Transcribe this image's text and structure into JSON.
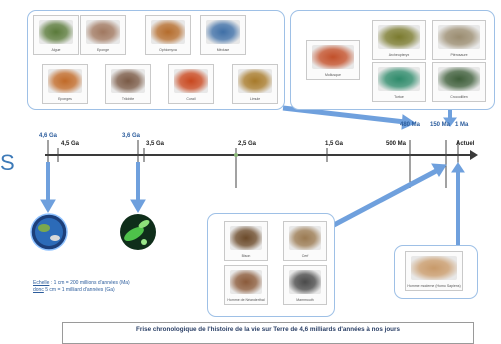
{
  "panels": {
    "top_left": [
      {
        "caption": "Algue",
        "color": "#5a7a3a"
      },
      {
        "caption": "Eponge",
        "color": "#a07860"
      },
      {
        "caption": "Ophiomyxa",
        "color": "#b46c2c"
      },
      {
        "caption": "Méduse",
        "color": "#3f6fa6"
      },
      {
        "caption": "Eponges",
        "color": "#c06a28"
      },
      {
        "caption": "Trilobite",
        "color": "#7a5a46"
      },
      {
        "caption": "Corail",
        "color": "#c8471e"
      },
      {
        "caption": "Limule",
        "color": "#a77a2a"
      }
    ],
    "top_right": [
      {
        "caption": "Mollusque",
        "color": "#c2502a"
      },
      {
        "caption": "Archeopteryx",
        "color": "#7a7a2e"
      },
      {
        "caption": "Ptérosaure",
        "color": "#9a8c70"
      },
      {
        "caption": "Tortue",
        "color": "#2e8a6a"
      },
      {
        "caption": "Crocodilien",
        "color": "#3e5e3a"
      }
    ],
    "bottom_middle": [
      {
        "caption": "Bison",
        "color": "#6b4a2a"
      },
      {
        "caption": "Cerf",
        "color": "#9a7a52"
      },
      {
        "caption": "Homme de Néanderthal",
        "color": "#8a5a3a"
      },
      {
        "caption": "Mammouth",
        "color": "#4a4a4a"
      }
    ],
    "bottom_right": [
      {
        "caption": "Homme moderne (Homo Sapiens)",
        "color": "#c89a6a"
      }
    ]
  },
  "timeline": {
    "top_labels": [
      "4,6 Ga",
      "3,6 Ga",
      "480 Ma",
      "150 Ma",
      "1 Ma"
    ],
    "bottom_labels": [
      "4,5 Ga",
      "3,5 Ga",
      "2,5 Ga",
      "1,5 Ga",
      "500 Ma",
      "Actuel"
    ]
  },
  "scale": {
    "label": "Echelle",
    "line1": " : 1 cm = 200 millions d'années (Ma)",
    "donc": "donc",
    "line2": " 5 cm = 1 milliard d'années (Ga)"
  },
  "title": "Frise chronologique de l'histoire de la vie sur Terre de 4,6 milliards d'années à nos jours",
  "side_letter": "S",
  "colors": {
    "line": "#3a3a3a",
    "panel_border": "#9ec0e6",
    "arrow": "#6fa0dd"
  }
}
